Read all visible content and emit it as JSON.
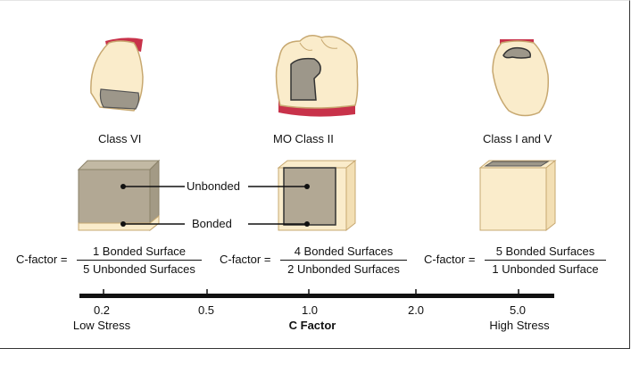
{
  "classes": [
    {
      "label": "Class VI"
    },
    {
      "label": "MO Class II"
    },
    {
      "label": "Class I and V"
    }
  ],
  "annotations": {
    "unbonded": "Unbonded",
    "bonded": "Bonded"
  },
  "formulas": [
    {
      "prefix": "C-factor =",
      "numerator": "1 Bonded Surface",
      "denominator": "5 Unbonded Surfaces"
    },
    {
      "prefix": "C-factor =",
      "numerator": "4 Bonded Surfaces",
      "denominator": "2 Unbonded Surfaces"
    },
    {
      "prefix": "C-factor =",
      "numerator": "5 Bonded Surfaces",
      "denominator": "1 Unbonded Surface"
    }
  ],
  "scale": {
    "ticks": [
      "0.2",
      "0.5",
      "1.0",
      "2.0",
      "5.0"
    ],
    "left_caption": "Low Stress",
    "center_caption": "C Factor",
    "right_caption": "High Stress"
  },
  "colors": {
    "composite": "#b2a894",
    "composite_dark": "#8f866f",
    "tooth": "#faeccb",
    "tooth_edge": "#c7a870",
    "gingiva": "#c8324a",
    "cavity_gray": "#9d978a"
  }
}
